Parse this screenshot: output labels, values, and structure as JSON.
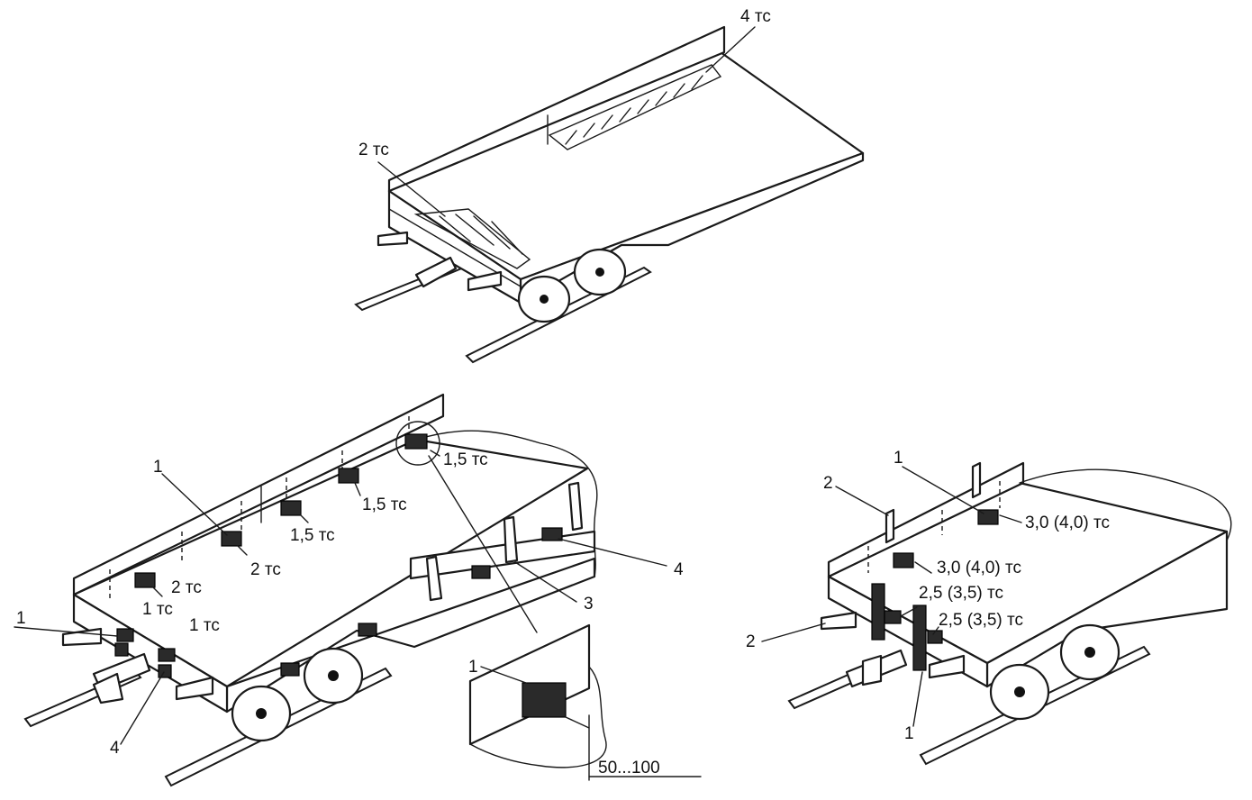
{
  "top_view": {
    "label_4tc": "4 тс",
    "label_2tc": "2 тс"
  },
  "left_view": {
    "ref_1_a": "1",
    "ref_1_b": "1",
    "ref_4_a": "4",
    "ref_4_b": "4",
    "ref_3": "3",
    "label_15_a": "1,5 тс",
    "label_15_b": "1,5 тс",
    "label_15_c": "1,5 тс",
    "label_2_a": "2 тс",
    "label_2_b": "2 тс",
    "label_1_a": "1 тс",
    "label_1_b": "1 тс"
  },
  "detail": {
    "ref_1": "1",
    "dimension": "50...100"
  },
  "right_view": {
    "ref_1_top": "1",
    "ref_1_bottom": "1",
    "ref_2_top": "2",
    "ref_2_side": "2",
    "label_30_a": "3,0 (4,0) тс",
    "label_30_b": "3,0 (4,0) тс",
    "label_25_a": "2,5 (3,5) тс",
    "label_25_b": "2,5 (3,5) тс"
  }
}
